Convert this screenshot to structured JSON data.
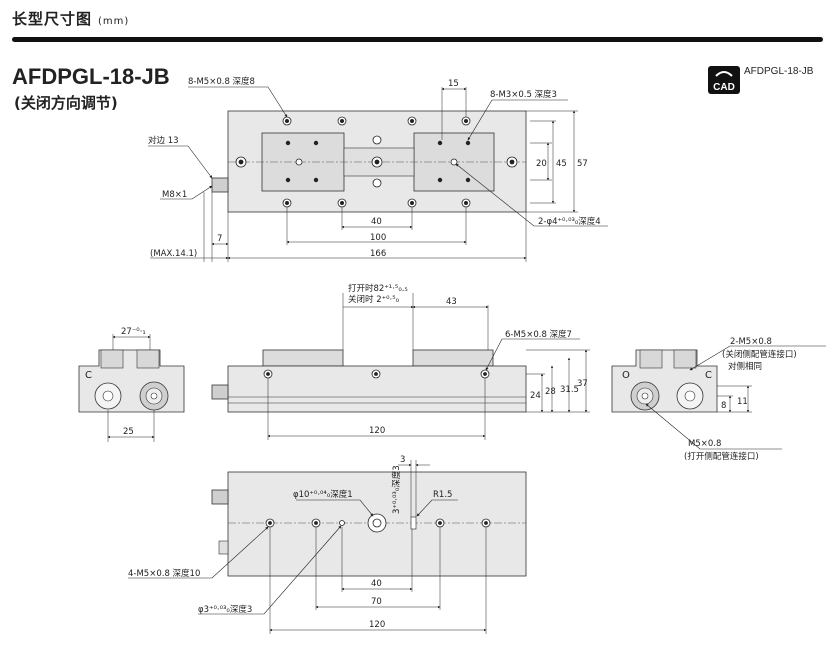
{
  "header": {
    "title": "长型尺寸图",
    "unit": "(mm)"
  },
  "model": {
    "name": "AFDPGL-18-JB",
    "subtitle": "(关闭方向调节)",
    "cad_label": "AFDPGL-18-JB",
    "cad_icon_text": "CAD"
  },
  "top_view": {
    "labels": {
      "m5_holes": "8-M5×0.8 深度8",
      "m3_holes": "8-M3×0.5 深度3",
      "across_flats": "对边 13",
      "m8": "M8×1",
      "pin_holes": "2-φ4⁺⁰·⁰³₀深度4",
      "max": "(MAX.14.1)"
    },
    "dims": {
      "d15": "15",
      "d20": "20",
      "d45": "45",
      "d57": "57",
      "d40": "40",
      "d100": "100",
      "d7": "7",
      "d166": "166"
    }
  },
  "side_view": {
    "labels": {
      "open": "打开时82⁺¹·⁵₀.₅",
      "close": "关闭时 2⁺⁰·⁵₀",
      "m5_holes": "6-M5×0.8 深度7"
    },
    "dims": {
      "d43": "43",
      "d120": "120",
      "d24": "24",
      "d28": "28",
      "d315": "31.5",
      "d37": "37"
    }
  },
  "left_end_view": {
    "labels": {
      "c": "C"
    },
    "dims": {
      "d27": "27⁻⁰·₁",
      "d25": "25"
    }
  },
  "right_end_view": {
    "labels": {
      "port_close": "2-M5×0.8",
      "port_close_note": "(关闭侧配管连接口)",
      "port_close_note2": "对侧相同",
      "o": "O",
      "c": "C",
      "port_open": "M5×0.8",
      "port_open_note": "(打开侧配管连接口)"
    },
    "dims": {
      "d8": "8",
      "d11": "11"
    }
  },
  "bottom_view": {
    "labels": {
      "pin_hole": "φ10⁺⁰·⁰⁴₀深度1",
      "slot": "3⁺⁰·⁰³₀深度3",
      "r15": "R1.5",
      "m5_holes": "4-M5×0.8 深度10",
      "phi3": "φ3⁺⁰·⁰³₀深度3"
    },
    "dims": {
      "d3": "3",
      "d40": "40",
      "d70": "70",
      "d120": "120"
    }
  }
}
